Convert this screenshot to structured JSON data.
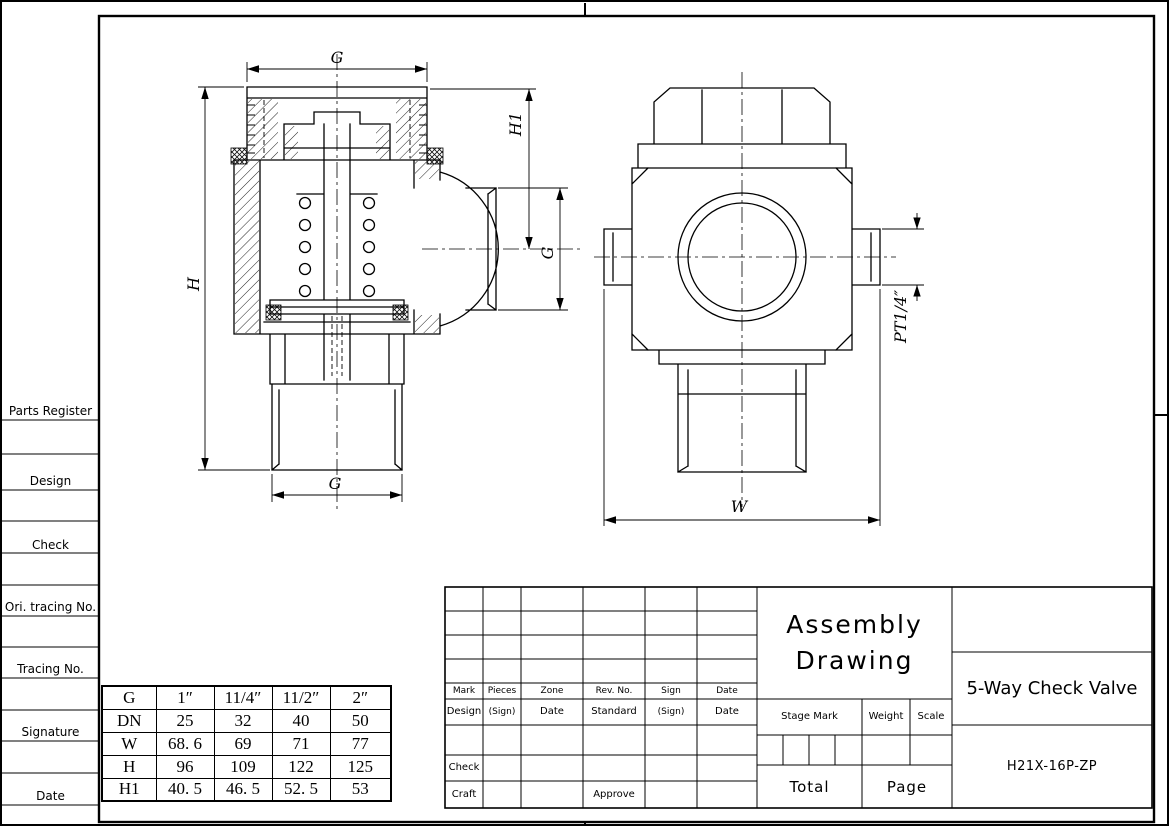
{
  "sheet": {
    "bg": "#ffffff",
    "line_color": "#000000"
  },
  "left_margin": {
    "labels": [
      "Parts Register",
      "Design",
      "Check",
      "Ori. tracing No.",
      "Tracing No.",
      "Signature",
      "Date"
    ]
  },
  "dims": {
    "g_top": "G",
    "h": "H",
    "h1": "H1",
    "g_side": "G",
    "g_bottom": "G",
    "w": "W",
    "pt": "PT1/4″"
  },
  "size_table": {
    "rows": [
      {
        "cells": [
          "G",
          "1″",
          "11/4″",
          "11/2″",
          "2″"
        ]
      },
      {
        "cells": [
          "DN",
          "25",
          "32",
          "40",
          "50"
        ]
      },
      {
        "cells": [
          "W",
          "68. 6",
          "69",
          "71",
          "77"
        ]
      },
      {
        "cells": [
          "H",
          "96",
          "109",
          "122",
          "125"
        ]
      },
      {
        "cells": [
          "H1",
          "40. 5",
          "46. 5",
          "52. 5",
          "53"
        ]
      }
    ]
  },
  "title_block": {
    "title_line1": "Assembly",
    "title_line2": "Drawing",
    "part_name": "5-Way Check Valve",
    "model": "H21X-16P-ZP",
    "rev_headers": [
      "Mark",
      "Pieces",
      "Zone",
      "Rev. No.",
      "Sign",
      "Date"
    ],
    "design_row": [
      "Design",
      "(Sign)",
      "Date",
      "Standard",
      "(Sign)",
      "Date"
    ],
    "check": "Check",
    "craft": "Craft",
    "approve": "Approve",
    "stage_mark": "Stage Mark",
    "weight": "Weight",
    "scale": "Scale",
    "total": "Total",
    "page": "Page"
  }
}
